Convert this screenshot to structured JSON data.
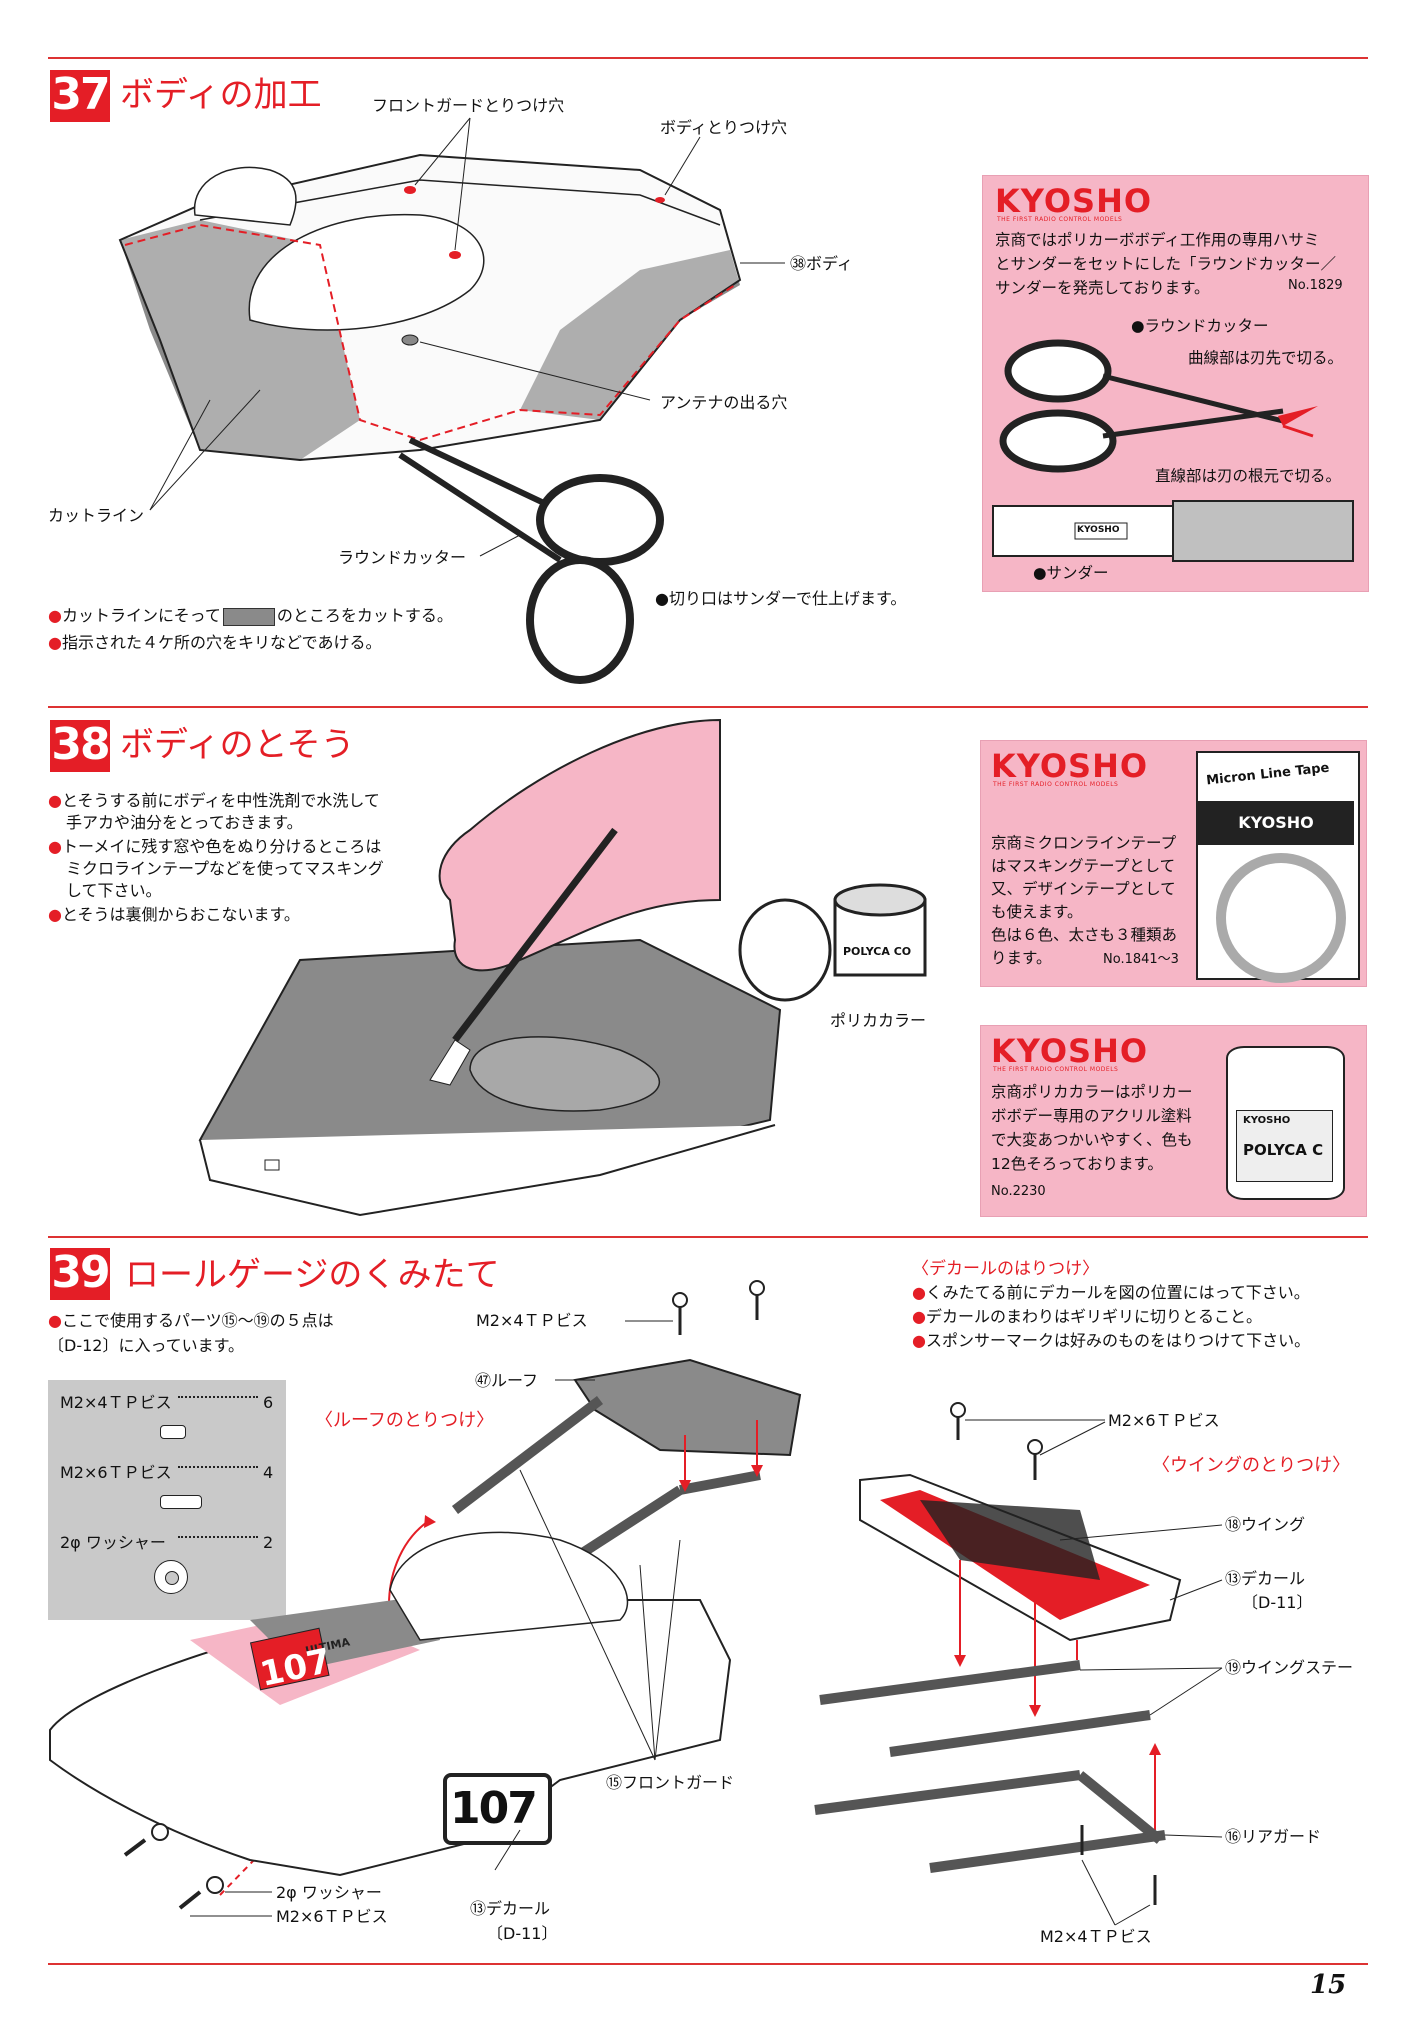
{
  "page_number": "15",
  "colors": {
    "accent": "#e41e26",
    "pink": "#f6b6c6",
    "gray": "#8a8a8a"
  },
  "step37": {
    "number": "37",
    "title": "ボディの加工",
    "labels": {
      "front_guard_hole": "フロントガードとりつけ穴",
      "body_hole": "ボディとりつけ穴",
      "body": "㊳ボディ",
      "antenna_hole": "アンテナの出る穴",
      "cut_line": "カットライン",
      "round_cutter": "ラウンドカッター"
    },
    "notes": [
      {
        "before": "カットラインにそって",
        "after": "のところをカットする。"
      },
      {
        "before": "指示された４ケ所の穴をキリなどであける。",
        "after": ""
      }
    ],
    "sander_note": "●切り口はサンダーで仕上げます。",
    "ad": {
      "brand": "KYOSHO",
      "brand_sub": "THE FIRST RADIO CONTROL MODELS",
      "text": [
        "京商ではポリカーボボディ工作用の専用ハサミ",
        "とサンダーをセットにした「ラウンドカッター／",
        "サンダーを発売しております。"
      ],
      "product_no": "No.1829",
      "round_cutter": "●ラウンドカッター",
      "curve": "曲線部は刃先で切る。",
      "straight": "直線部は刃の根元で切る。",
      "sander": "●サンダー",
      "sander_logo": "KYOSHO"
    }
  },
  "step38": {
    "number": "38",
    "title": "ボディのとそう",
    "notes": [
      [
        "とそうする前にボディを中性洗剤で水洗して",
        "手アカや油分をとっておきます。"
      ],
      [
        "トーメイに残す窓や色をぬり分けるところは",
        "ミクロラインテープなどを使ってマスキング",
        "して下さい。"
      ],
      [
        "とそうは裏側からおこないます。"
      ]
    ],
    "polycolor_label": "ポリカカラー",
    "jar_label": "POLYCA CO",
    "ad1": {
      "brand": "KYOSHO",
      "brand_sub": "THE FIRST RADIO CONTROL MODELS",
      "text": [
        "京商ミクロンラインテープ",
        "はマスキングテープとして",
        "又、デザインテープとして",
        "も使えます。",
        "色は６色、太さも３種類あ",
        "ります。"
      ],
      "product_no": "No.1841～3",
      "package_title": "Micron Line Tape",
      "package_brand": "KYOSHO"
    },
    "ad2": {
      "brand": "KYOSHO",
      "brand_sub": "THE FIRST RADIO CONTROL MODELS",
      "text": [
        "京商ポリカカラーはポリカー",
        "ボボデー専用のアクリル塗料",
        "で大変あつかいやすく、色も",
        "12色そろっております。"
      ],
      "product_no": "No.2230",
      "jar_brand": "KYOSHO",
      "jar_label": "POLYCA C"
    }
  },
  "step39": {
    "number": "39",
    "title": "ロールゲージのくみたて",
    "intro": [
      "ここで使用するパーツ⑮～⑲の５点は",
      "〔D-12〕に入っています。"
    ],
    "parts": [
      {
        "name": "M2×4ＴＰビス",
        "qty": "6"
      },
      {
        "name": "M2×6ＴＰビス",
        "qty": "4"
      },
      {
        "name": "2φ ワッシャー",
        "qty": "2"
      }
    ],
    "roof_heading": "〈ルーフのとりつけ〉",
    "labels": {
      "m2x4_top": "M2×4ＴＰビス",
      "roof": "㊼ルーフ",
      "front_guard": "⑮フロントガード",
      "decal": "⑬デカール",
      "decal_ref": "〔D-11〕",
      "washer": "2φ ワッシャー",
      "m2x6_bottom": "M2×6ＴＰビス",
      "car_number": "107",
      "car_brand": "ULTIMA"
    },
    "decal_heading": "〈デカールのはりつけ〉",
    "decal_notes": [
      "くみたてる前にデカールを図の位置にはって下さい。",
      "デカールのまわりはギリギリに切りとること。",
      "スポンサーマークは好みのものをはりつけて下さい。"
    ],
    "wing_heading": "〈ウイングのとりつけ〉",
    "wing_labels": {
      "m2x6": "M2×6ＴＰビス",
      "wing": "⑱ウイング",
      "decal": "⑬デカール",
      "decal_ref": "〔D-11〕",
      "wing_stay": "⑲ウイングステー",
      "rear_guard": "⑯リアガード",
      "m2x4": "M2×4ＴＰビス"
    }
  }
}
